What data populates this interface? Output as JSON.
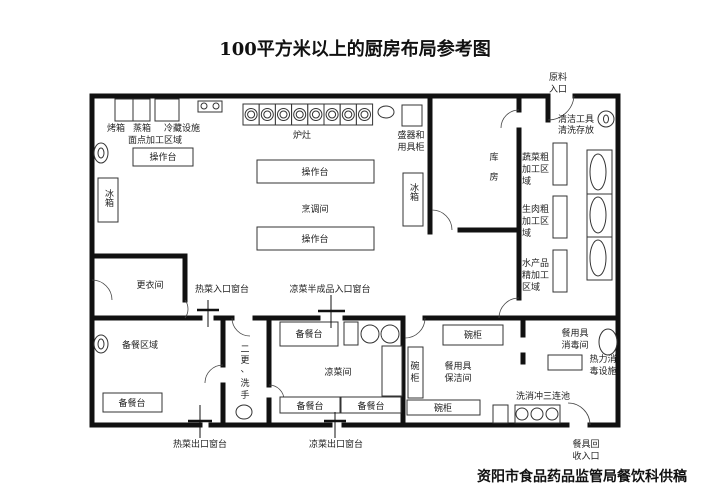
{
  "title": "100平方米以上的厨房布局参考图",
  "footer": "资阳市食品药品监管局餐饮科供稿",
  "rooms": {
    "oven": "烤箱",
    "steamer": "蒸箱",
    "cold_storage": "冷藏设施",
    "pastry_area": "面点加工区域",
    "stove": "炉灶",
    "cabinet_line1": "盛器和",
    "cabinet_line2": "用具柜",
    "cooking_room": "烹调间",
    "fridge": "冰箱",
    "worktable": "操作台",
    "storeroom_1": "库",
    "storeroom_2": "房",
    "raw_entry_1": "原料",
    "raw_entry_2": "入口",
    "cleaning_1": "清洁工具",
    "cleaning_2": "清洗存放",
    "veg_1": "蔬菜粗",
    "veg_2": "加工区",
    "veg_3": "域",
    "meat_1": "生肉粗",
    "meat_2": "加工区",
    "meat_3": "域",
    "seafood_1": "水产品",
    "seafood_2": "精加工",
    "seafood_3": "区域",
    "locker_room": "更衣间",
    "hot_in_window": "热菜入口窗台",
    "cold_in_window": "凉菜半成品入口窗台",
    "serving_area": "备餐区域",
    "serving_table": "备餐台",
    "second_change_1": "二",
    "second_change_2": "更",
    "second_change_3": "、",
    "second_change_4": "洗",
    "second_change_5": "手",
    "cold_room": "凉菜间",
    "bowl_cabinet": "碗柜",
    "bowl_cabinet_v1": "碗",
    "bowl_cabinet_v2": "柜",
    "tableware_clean_1": "餐用具",
    "tableware_clean_2": "保洁间",
    "disinfect_room_1": "餐用具",
    "disinfect_room_2": "消毒间",
    "thermal_1": "热力消",
    "thermal_2": "毒设施",
    "triple_sink": "洗消冲三连池",
    "hot_out_window": "热菜出口窗台",
    "cold_out_window": "凉菜出口窗台",
    "return_1": "餐具回",
    "return_2": "收入口"
  }
}
